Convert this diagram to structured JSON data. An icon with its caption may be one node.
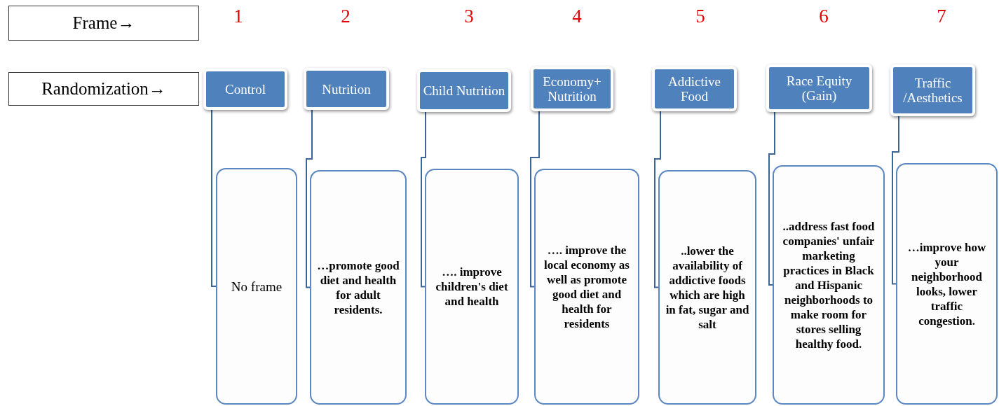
{
  "diagram": {
    "nodes": [
      {
        "text": [
          "Frame→"
        ]
      },
      {
        "text": [
          "Randomization→"
        ]
      },
      {
        "text": [
          "Control"
        ]
      },
      {
        "text": [
          "Nutrition"
        ]
      },
      {
        "text": [
          "Child Nutrition"
        ]
      },
      {
        "text": [
          "Economy+ Nutrition"
        ]
      },
      {
        "text": [
          "Addictive Food"
        ]
      },
      {
        "text": [
          "Race Equity (Gain)"
        ]
      },
      {
        "text": [
          "Traffic /Aesthetics"
        ]
      },
      {
        "text": [
          "No frame"
        ]
      },
      {
        "text": [
          "…promote good diet and health for adult residents."
        ]
      },
      {
        "text": [
          "…. improve children's diet and health"
        ]
      },
      {
        "text": [
          "…. improve the local economy as well as promote good diet and health for residents"
        ]
      },
      {
        "text": [
          "..lower the availability of addictive foods which are high in fat, sugar and salt"
        ]
      },
      {
        "text": [
          "..address fast food companies' unfair marketing practices in Black and Hispanic neighborhoods to make room for stores selling healthy food."
        ]
      },
      {
        "text": [
          "…improve how your neighborhood looks, lower traffic congestion."
        ]
      }
    ],
    "edges": [
      {
        "from": 2,
        "to": 9,
        "arrow": "none"
      },
      {
        "from": 3,
        "to": 10,
        "arrow": "none"
      },
      {
        "from": 4,
        "to": 11,
        "arrow": "none"
      },
      {
        "from": 5,
        "to": 12,
        "arrow": "none"
      },
      {
        "from": 6,
        "to": 13,
        "arrow": "none"
      },
      {
        "from": 7,
        "to": 14,
        "arrow": "none"
      },
      {
        "from": 8,
        "to": 15,
        "arrow": "none"
      }
    ],
    "labels": [
      "1",
      "2",
      "3",
      "4",
      "5",
      "6",
      "7"
    ]
  }
}
